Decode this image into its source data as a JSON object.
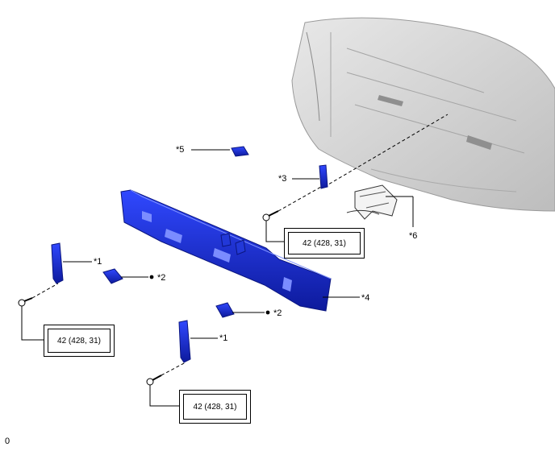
{
  "callouts": {
    "c1a": "*1",
    "c1b": "*1",
    "c2a": "*2",
    "c2b": "*2",
    "c3": "*3",
    "c4": "*4",
    "c5": "*5",
    "c6": "*6"
  },
  "torque": {
    "t1": "42 (428, 31)",
    "t2": "42 (428, 31)",
    "t3": "42 (428, 31)"
  },
  "footer": {
    "code": "0"
  },
  "colors": {
    "part_blue": "#1a2fd6",
    "part_dark": "#0b1680",
    "body_gray": "#d9d9d9"
  }
}
